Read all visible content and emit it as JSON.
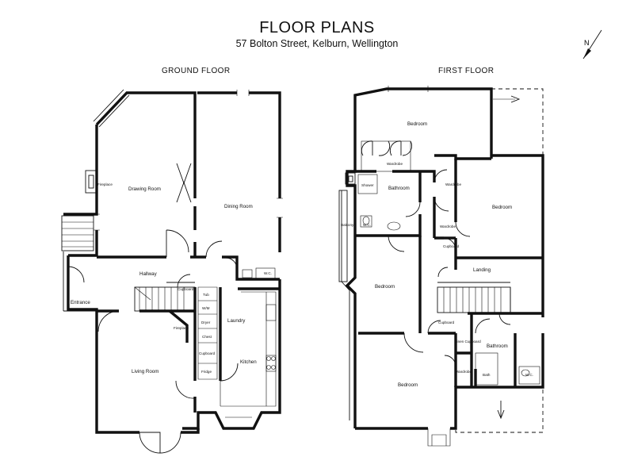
{
  "header": {
    "title": "FLOOR PLANS",
    "address": "57 Bolton Street, Kelburn, Wellington"
  },
  "compass": {
    "label": "N"
  },
  "ground_floor": {
    "label": "GROUND FLOOR",
    "rooms": {
      "drawing_room": "Drawing Room",
      "dining_room": "Dining Room",
      "hallway": "Hallway",
      "entrance": "Entrance",
      "living_room": "Living Room",
      "laundry": "Laundry",
      "kitchen": "Kitchen",
      "fireplace_drawing": "Fireplace",
      "fireplace_living": "Fireplace",
      "wc": "W.C.",
      "cupboard": "Cupboard",
      "tub": "Tub",
      "wm": "W/M",
      "dryer": "Dryer",
      "chest": "Chest",
      "cupboard_2": "Cupboard",
      "fridge": "Fridge"
    }
  },
  "first_floor": {
    "label": "FIRST FLOOR",
    "rooms": {
      "bedroom_1": "Bedroom",
      "wardrobe_1": "Wardrobe",
      "shower": "Shower",
      "bathroom_1": "Bathroom",
      "wc_1": "W.C.",
      "wardrobe_2": "Wardrobe",
      "bedroom_2": "Bedroom",
      "wardrobe_3": "Wardrobe",
      "cupboard_1": "Cupboard",
      "balcony": "Balcony",
      "bedroom_3": "Bedroom",
      "landing": "Landing",
      "cupboard_2": "Cupboard",
      "linen_cupboard": "Linen Cupboard",
      "bathroom_2": "Bathroom",
      "wardrobe_4": "Wardrobe",
      "bath": "Bath",
      "wc_2": "W.C.",
      "bedroom_4": "Bedroom"
    }
  }
}
